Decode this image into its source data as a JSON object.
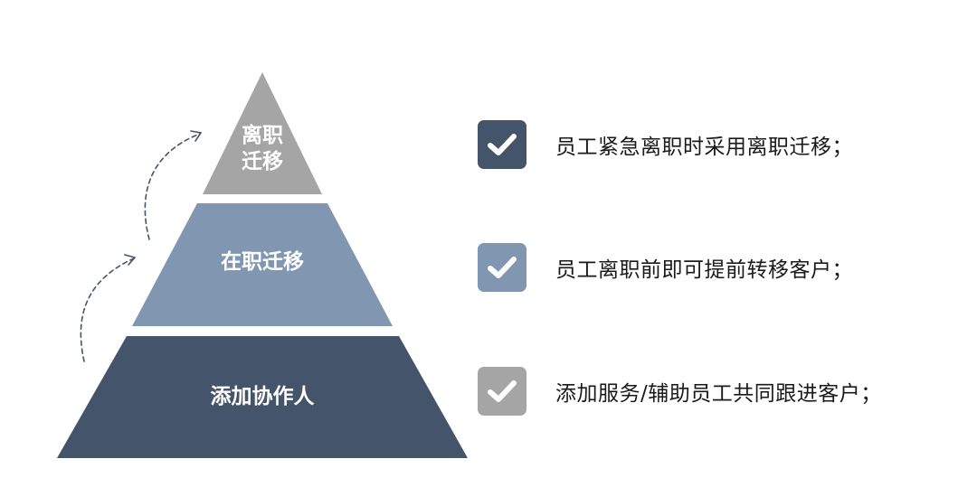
{
  "pyramid": {
    "tiers": [
      {
        "label_line1": "离职",
        "label_line2": "迁移",
        "color": "#a5a5a5"
      },
      {
        "label": "在职迁移",
        "color": "#8196b0"
      },
      {
        "label": "添加协作人",
        "color": "#44546a"
      }
    ],
    "arrow_color": "#44546a"
  },
  "items": [
    {
      "text": "员工紧急离职时采用离职迁移；",
      "check_color": "#44546a",
      "icon": "checkmark-icon"
    },
    {
      "text": "员工离职前即可提前转移客户；",
      "check_color": "#8196b0",
      "icon": "checkmark-icon"
    },
    {
      "text": "添加服务/辅助员工共同跟进客户；",
      "check_color": "#a5a5a5",
      "icon": "checkmark-icon"
    }
  ]
}
